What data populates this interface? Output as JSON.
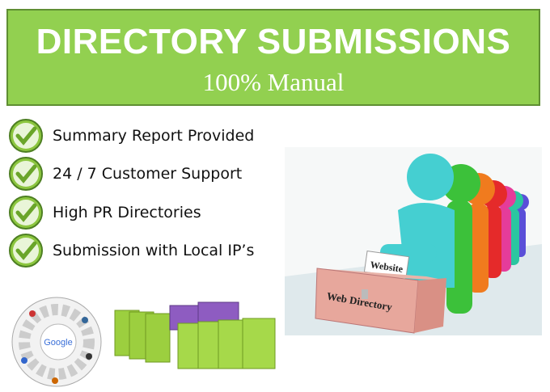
{
  "banner": {
    "title": "DIRECTORY SUBMISSIONS",
    "subtitle": "100% Manual",
    "color": "#92d050"
  },
  "features": [
    {
      "label": "Summary Report Provided",
      "icon": "check-circle-icon"
    },
    {
      "label": "24 / 7 Customer Support",
      "icon": "check-circle-icon"
    },
    {
      "label": "High PR Directories",
      "icon": "check-circle-icon"
    },
    {
      "label": "Submission with Local IP’s",
      "icon": "check-circle-icon"
    }
  ],
  "illustration": {
    "card_label": "Website",
    "box_label": "Web Directory"
  },
  "wheel": {
    "center_label": "Google"
  }
}
